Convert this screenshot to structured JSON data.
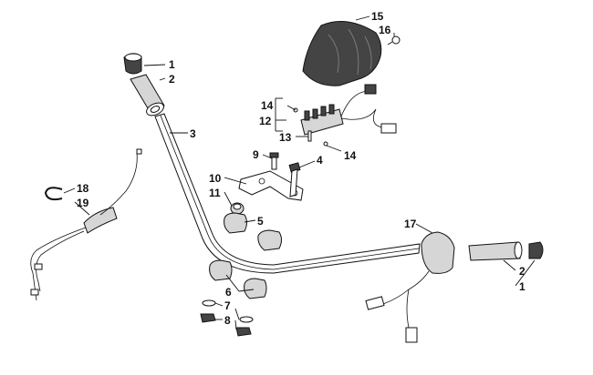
{
  "diagram": {
    "callouts": [
      {
        "id": "c1a",
        "text": "1"
      },
      {
        "id": "c2a",
        "text": "2"
      },
      {
        "id": "c3",
        "text": "3"
      },
      {
        "id": "c4",
        "text": "4"
      },
      {
        "id": "c5",
        "text": "5"
      },
      {
        "id": "c6",
        "text": "6"
      },
      {
        "id": "c7",
        "text": "7"
      },
      {
        "id": "c8",
        "text": "8"
      },
      {
        "id": "c9",
        "text": "9"
      },
      {
        "id": "c10",
        "text": "10"
      },
      {
        "id": "c11",
        "text": "11"
      },
      {
        "id": "c12",
        "text": "12"
      },
      {
        "id": "c13",
        "text": "13"
      },
      {
        "id": "c14a",
        "text": "14"
      },
      {
        "id": "c14b",
        "text": "14"
      },
      {
        "id": "c15",
        "text": "15"
      },
      {
        "id": "c16",
        "text": "16"
      },
      {
        "id": "c17",
        "text": "17"
      },
      {
        "id": "c18",
        "text": "18"
      },
      {
        "id": "c19",
        "text": "19"
      },
      {
        "id": "c2b",
        "text": "2"
      },
      {
        "id": "c1b",
        "text": "1"
      }
    ]
  }
}
